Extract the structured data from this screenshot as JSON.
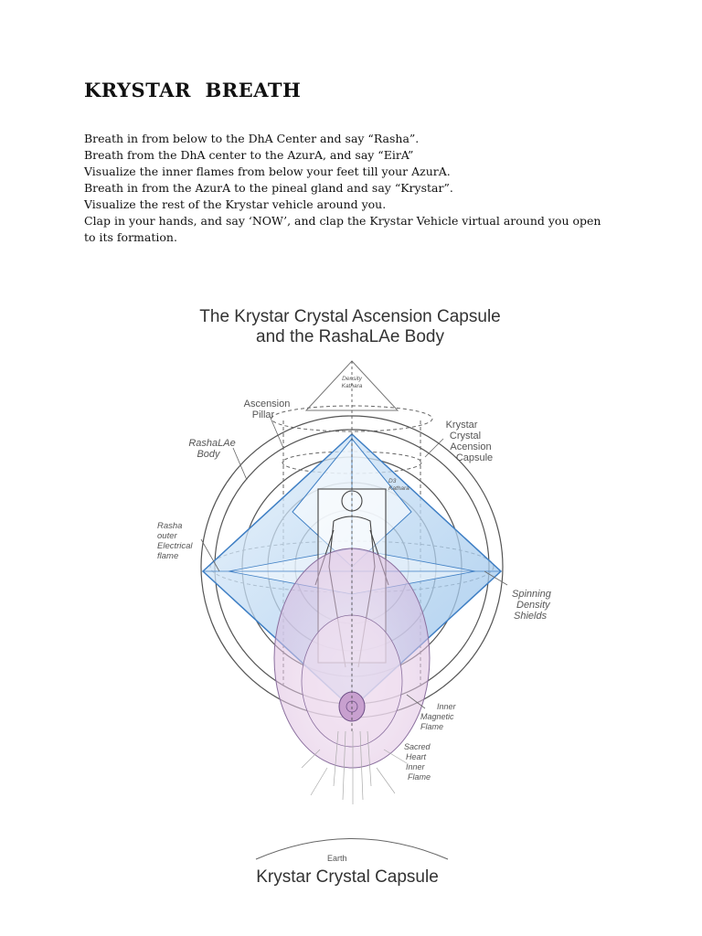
{
  "document": {
    "title": "KRYSTAR  BREATH",
    "lines": [
      "Breath in from below to the DhA Center and say “Rasha”.",
      "Breath from the DhA center to the AzurA, and say “EirA”",
      "Visualize the inner flames from below your feet till your AzurA.",
      "Breath in from the AzurA to the pineal gland and say “Krystar”.",
      "Visualize the rest of the Krystar vehicle around you.",
      "Clap in your hands, and say ‘NOW’, and clap the Krystar Vehicle virtual around you open",
      "to its formation."
    ]
  },
  "figure": {
    "title_line1": "The Krystar Crystal Ascension Capsule",
    "title_line2": "and the RashaLAe Body",
    "labels": {
      "density_kathara": [
        "Density",
        "Kathara"
      ],
      "d3_kathara": [
        "D3",
        "Kathara"
      ],
      "ascension_pillar": [
        "Ascension",
        "Pillar"
      ],
      "rashalae_body": [
        "RashaLAe",
        "Body"
      ],
      "krystar_capsule": [
        "Krystar",
        "Crystal",
        "Acension",
        "Capsule"
      ],
      "rasha_flame": [
        "Rasha",
        "outer",
        "Electrical",
        "flame"
      ],
      "spinning_shields": [
        "Spinning",
        "Density",
        "Shields"
      ],
      "inner_magnetic": [
        "Inner",
        "Magnetic",
        "Flame"
      ],
      "sacred_heart": [
        "Sacred",
        "Heart",
        "Inner",
        "Flame"
      ],
      "earth": "Earth"
    },
    "caption": "Krystar Crystal Capsule",
    "colors": {
      "diamond_fill": "#bcd8f2",
      "diamond_stroke": "#3f7fc4",
      "pink_flame": "#e8c9e6",
      "line": "#555555"
    }
  }
}
